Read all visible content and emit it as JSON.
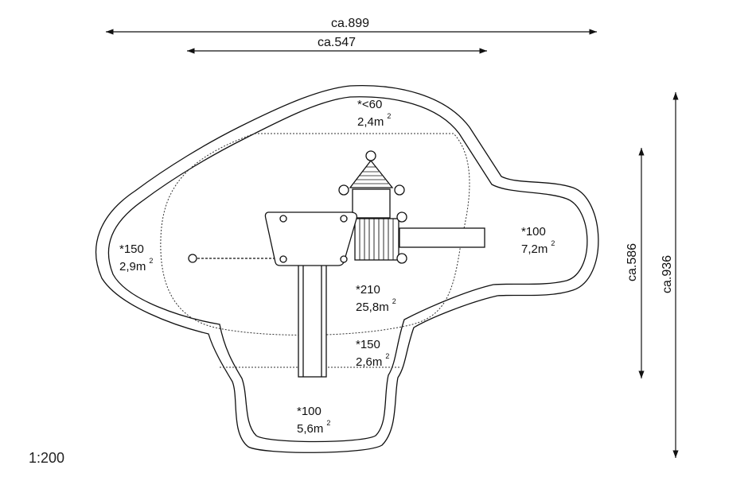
{
  "dimensions": {
    "width_total": "ca.899",
    "width_inner": "ca.547",
    "depth_inner": "ca.586",
    "depth_total": "ca.936"
  },
  "zones": [
    {
      "height": "*<60",
      "area": "2,4m",
      "sup": "2"
    },
    {
      "height": "*150",
      "area": "2,9m",
      "sup": "2"
    },
    {
      "height": "*100",
      "area": "7,2m",
      "sup": "2"
    },
    {
      "height": "*210",
      "area": "25,8m",
      "sup": "2"
    },
    {
      "height": "*150",
      "area": "2,6m",
      "sup": "2"
    },
    {
      "height": "*100",
      "area": "5,6m",
      "sup": "2"
    }
  ],
  "scale": "1:200"
}
